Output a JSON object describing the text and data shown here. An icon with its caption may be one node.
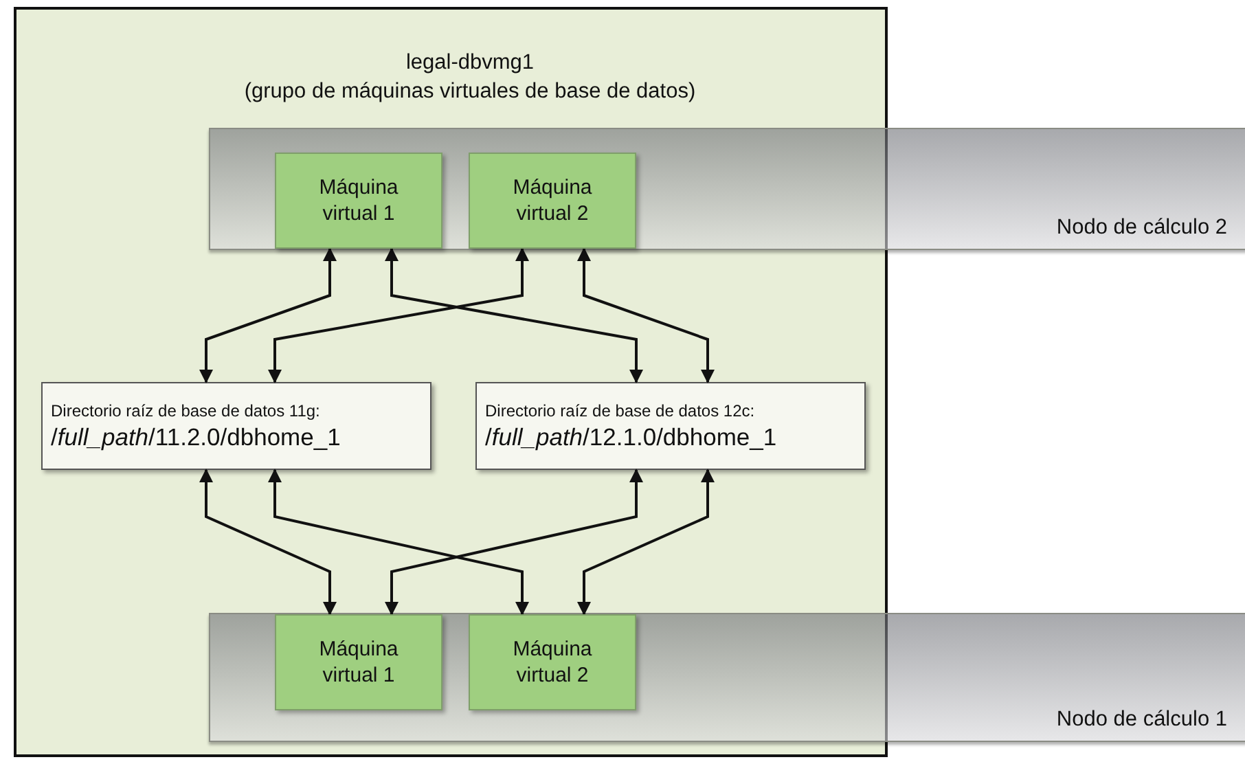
{
  "diagram": {
    "nodes": [
      {
        "text": [
          "legal-dbvmg1",
          "(grupo de máquinas virtuales de base de datos)"
        ]
      },
      {
        "text": [
          "Nodo de cálculo 2"
        ]
      },
      {
        "text": [
          "Máquina virtual 1"
        ]
      },
      {
        "text": [
          "Máquina virtual 2"
        ]
      },
      {
        "text": [
          "Directorio raíz de base de datos 11g:",
          "/*full_path*/11.2.0/dbhome_1"
        ],
        "in": 0
      },
      {
        "text": [
          "Directorio raíz de base de datos 12c:",
          "/*full_path*/12.1.0/dbhome_1"
        ],
        "in": 0
      },
      {
        "text": [
          "Nodo de cálculo 1"
        ]
      },
      {
        "text": [
          "Máquina virtual 1"
        ]
      },
      {
        "text": [
          "Máquina virtual 2"
        ]
      }
    ],
    "edges": [
      {
        "from": 2,
        "to": 4,
        "arrow": "both"
      },
      {
        "from": 2,
        "to": 5,
        "arrow": "both"
      },
      {
        "from": 3,
        "to": 4,
        "arrow": "both"
      },
      {
        "from": 3,
        "to": 5,
        "arrow": "both"
      },
      {
        "from": 4,
        "to": 7,
        "arrow": "both"
      },
      {
        "from": 4,
        "to": 8,
        "arrow": "both"
      },
      {
        "from": 5,
        "to": 7,
        "arrow": "both"
      },
      {
        "from": 5,
        "to": 8,
        "arrow": "both"
      }
    ]
  }
}
